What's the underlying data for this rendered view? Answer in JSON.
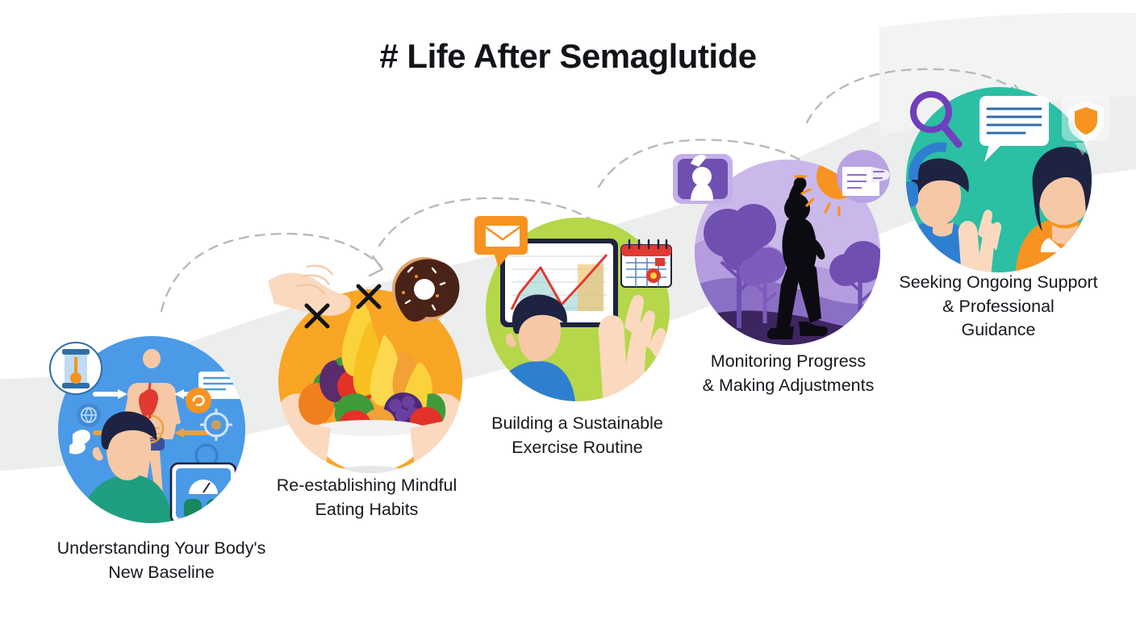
{
  "page": {
    "title": "# Life After Semaglutide",
    "background_color": "#ffffff",
    "ribbon_color": "#eceded"
  },
  "steps": [
    {
      "index": 1,
      "label": "Understanding Your Body's\nNew Baseline",
      "circle_color": "#4a9ae8",
      "illustration": "person-reviewing-body-metrics",
      "badges": [
        "thermometer-icon",
        "weight-scale-icon",
        "chat-bubble-icon",
        "globe-icon",
        "gear-icon",
        "magnifier-icon"
      ]
    },
    {
      "index": 2,
      "label": "Re-establishing Mindful\nEating Habits",
      "circle_color": "#f9a526",
      "illustration": "hands-holding-fruit-bowl",
      "badges": [
        "donut-icon",
        "x-mark-icon",
        "x-mark-icon"
      ]
    },
    {
      "index": 3,
      "label": "Building a Sustainable\nExercise Routine",
      "circle_color": "#b5d749",
      "illustration": "person-viewing-progress-chart-tablet",
      "badges": [
        "envelope-icon",
        "calendar-icon"
      ]
    },
    {
      "index": 4,
      "label": "Monitoring Progress\n& Making Adjustments",
      "circle_color": "#8b6fc4",
      "illustration": "person-walking-in-park-silhouette",
      "badges": [
        "video-call-icon",
        "sun-icon",
        "newspaper-icon"
      ]
    },
    {
      "index": 5,
      "label": "Seeking Ongoing Support\n& Professional\nGuidance",
      "circle_color": "#2bbfa4",
      "illustration": "support-agent-and-client-conversation",
      "badges": [
        "magnifier-icon",
        "speech-bubble-icon",
        "shield-icon"
      ]
    }
  ],
  "connectors": {
    "style": "dashed-curved-arrow",
    "color": "#b7b9bb",
    "count": 4
  },
  "palette": {
    "text": "#15191e",
    "skin": "#f6c8a6",
    "skin_light": "#fbd9bf",
    "hair_dark": "#1d2340",
    "shirt_blue": "#2f7fd1",
    "shirt_green": "#1f9e7f",
    "shirt_orange": "#f79320",
    "red_accent": "#e03a31",
    "purple_accent": "#6f3fbd",
    "white": "#ffffff"
  }
}
